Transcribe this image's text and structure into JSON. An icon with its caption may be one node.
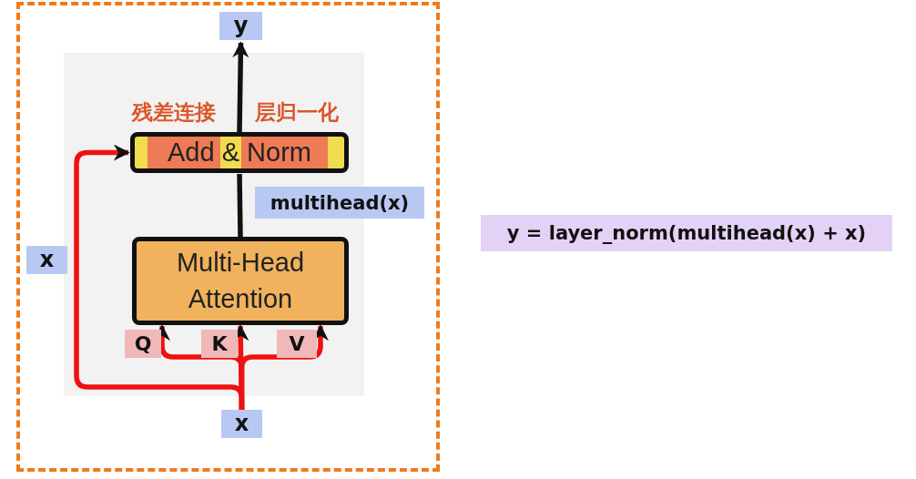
{
  "diagram": {
    "nodes": [
      {
        "text": [],
        "shape": "box"
      },
      {
        "text": [],
        "shape": "box",
        "in": 0
      },
      {
        "text": [
          "y"
        ],
        "in": 0
      },
      {
        "text": [
          "Add & Norm"
        ],
        "in": 1,
        "beside": [
          "残差连接",
          "层归一化"
        ]
      },
      {
        "text": [
          "Multi-Head Attention"
        ],
        "in": 1
      },
      {
        "text": [
          "x"
        ],
        "in": 0
      },
      {
        "text": [
          "x"
        ],
        "in": 0
      }
    ],
    "edges": [
      {
        "from": 5,
        "to": 3,
        "arrow": "to",
        "color": "#ee1111"
      },
      {
        "from": 5,
        "to": 4,
        "arrow": "to",
        "label": "Q",
        "color": "#ee1111"
      },
      {
        "from": 5,
        "to": 4,
        "arrow": "to",
        "label": "K",
        "color": "#ee1111"
      },
      {
        "from": 5,
        "to": 4,
        "arrow": "to",
        "label": "V",
        "color": "#ee1111"
      },
      {
        "from": 4,
        "to": 3,
        "arrow": "none",
        "label": "multihead(x)",
        "color": "#111111"
      },
      {
        "from": 3,
        "to": 2,
        "arrow": "to",
        "color": "#111111"
      }
    ],
    "labels": [
      "y = layer_norm(multihead(x) + x)"
    ]
  }
}
